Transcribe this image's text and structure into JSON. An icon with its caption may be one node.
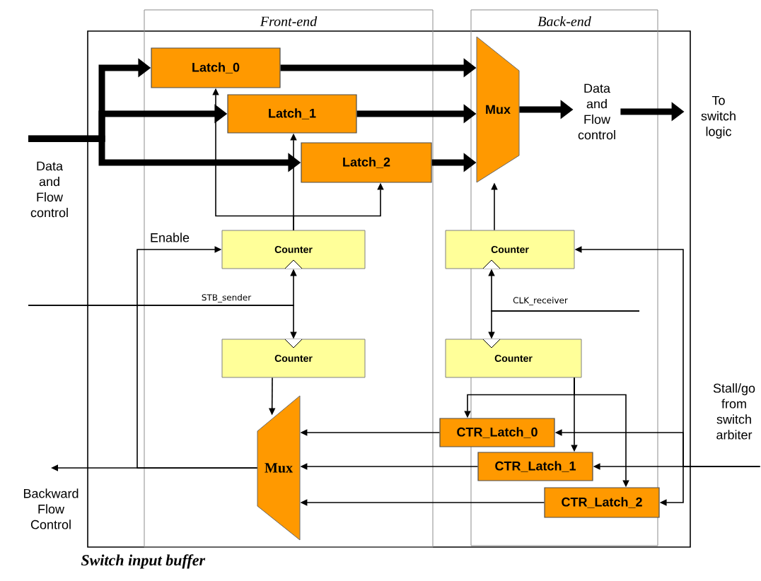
{
  "diagram": {
    "nodes": [
      {
        "text": [
          "Switch input buffer"
        ]
      },
      {
        "text": [
          "Front-end"
        ],
        "in": 0
      },
      {
        "text": [
          "Back-end"
        ],
        "in": 0
      },
      {
        "text": [
          "Data and Flow control"
        ]
      },
      {
        "text": [
          "Latch_0"
        ],
        "in": 1
      },
      {
        "text": [
          "Latch_1"
        ],
        "in": 1
      },
      {
        "text": [
          "Latch_2"
        ],
        "in": 1
      },
      {
        "text": [
          "Mux"
        ],
        "in": 2
      },
      {
        "text": [
          "Data and Flow control"
        ],
        "in": 2
      },
      {
        "text": [
          "To switch logic"
        ]
      },
      {
        "text": [
          "Counter"
        ],
        "in": 1
      },
      {
        "text": [
          "Counter"
        ],
        "in": 0
      },
      {
        "text": [
          "Counter"
        ],
        "in": 1
      },
      {
        "text": [
          "Counter"
        ],
        "in": 0
      },
      {
        "text": [
          "Stall/go from switch arbiter"
        ]
      },
      {
        "text": [
          "Mux"
        ],
        "in": 1
      },
      {
        "text": [
          "CTR_Latch_0"
        ],
        "in": 0
      },
      {
        "text": [
          "CTR_Latch_1"
        ],
        "in": 2
      },
      {
        "text": [
          "CTR_Latch_2"
        ],
        "in": 2
      },
      {
        "text": [
          "Backward Flow Control"
        ]
      }
    ],
    "edges": [
      {
        "from": 3,
        "to": 4,
        "arrow": "to",
        "style": "thick"
      },
      {
        "from": 3,
        "to": 5,
        "arrow": "to",
        "style": "thick"
      },
      {
        "from": 3,
        "to": 6,
        "arrow": "to",
        "style": "thick"
      },
      {
        "from": 4,
        "to": 7,
        "arrow": "to",
        "style": "thick"
      },
      {
        "from": 5,
        "to": 7,
        "arrow": "to",
        "style": "thick"
      },
      {
        "from": 6,
        "to": 7,
        "arrow": "to",
        "style": "thick"
      },
      {
        "from": 7,
        "to": 8,
        "arrow": "to",
        "style": "thick"
      },
      {
        "from": 8,
        "to": 9,
        "arrow": "to",
        "style": "thick"
      },
      {
        "from": 10,
        "to": 4,
        "arrow": "to"
      },
      {
        "from": 10,
        "to": 5,
        "arrow": "to"
      },
      {
        "from": 10,
        "to": 6,
        "arrow": "to"
      },
      {
        "from": 11,
        "to": 7,
        "arrow": "to"
      },
      {
        "from": null,
        "to": 10,
        "arrow": "to",
        "label": "STB_sender"
      },
      {
        "from": null,
        "to": 12,
        "arrow": "to"
      },
      {
        "from": null,
        "to": 11,
        "arrow": "to",
        "label": "CLK_receiver"
      },
      {
        "from": null,
        "to": 13,
        "arrow": "to"
      },
      {
        "from": 12,
        "to": 15,
        "arrow": "to"
      },
      {
        "from": 13,
        "to": 16,
        "arrow": "to"
      },
      {
        "from": 13,
        "to": 17,
        "arrow": "to"
      },
      {
        "from": 13,
        "to": 18,
        "arrow": "to"
      },
      {
        "from": 14,
        "to": 16,
        "arrow": "to"
      },
      {
        "from": 14,
        "to": 17,
        "arrow": "to"
      },
      {
        "from": 14,
        "to": 18,
        "arrow": "to"
      },
      {
        "from": 14,
        "to": 11,
        "arrow": "to"
      },
      {
        "from": 16,
        "to": 15,
        "arrow": "to"
      },
      {
        "from": 17,
        "to": 15,
        "arrow": "to"
      },
      {
        "from": 18,
        "to": 15,
        "arrow": "to"
      },
      {
        "from": 15,
        "to": 19,
        "arrow": "to"
      },
      {
        "from": 15,
        "to": 10,
        "arrow": "to",
        "label": "Enable"
      }
    ]
  }
}
